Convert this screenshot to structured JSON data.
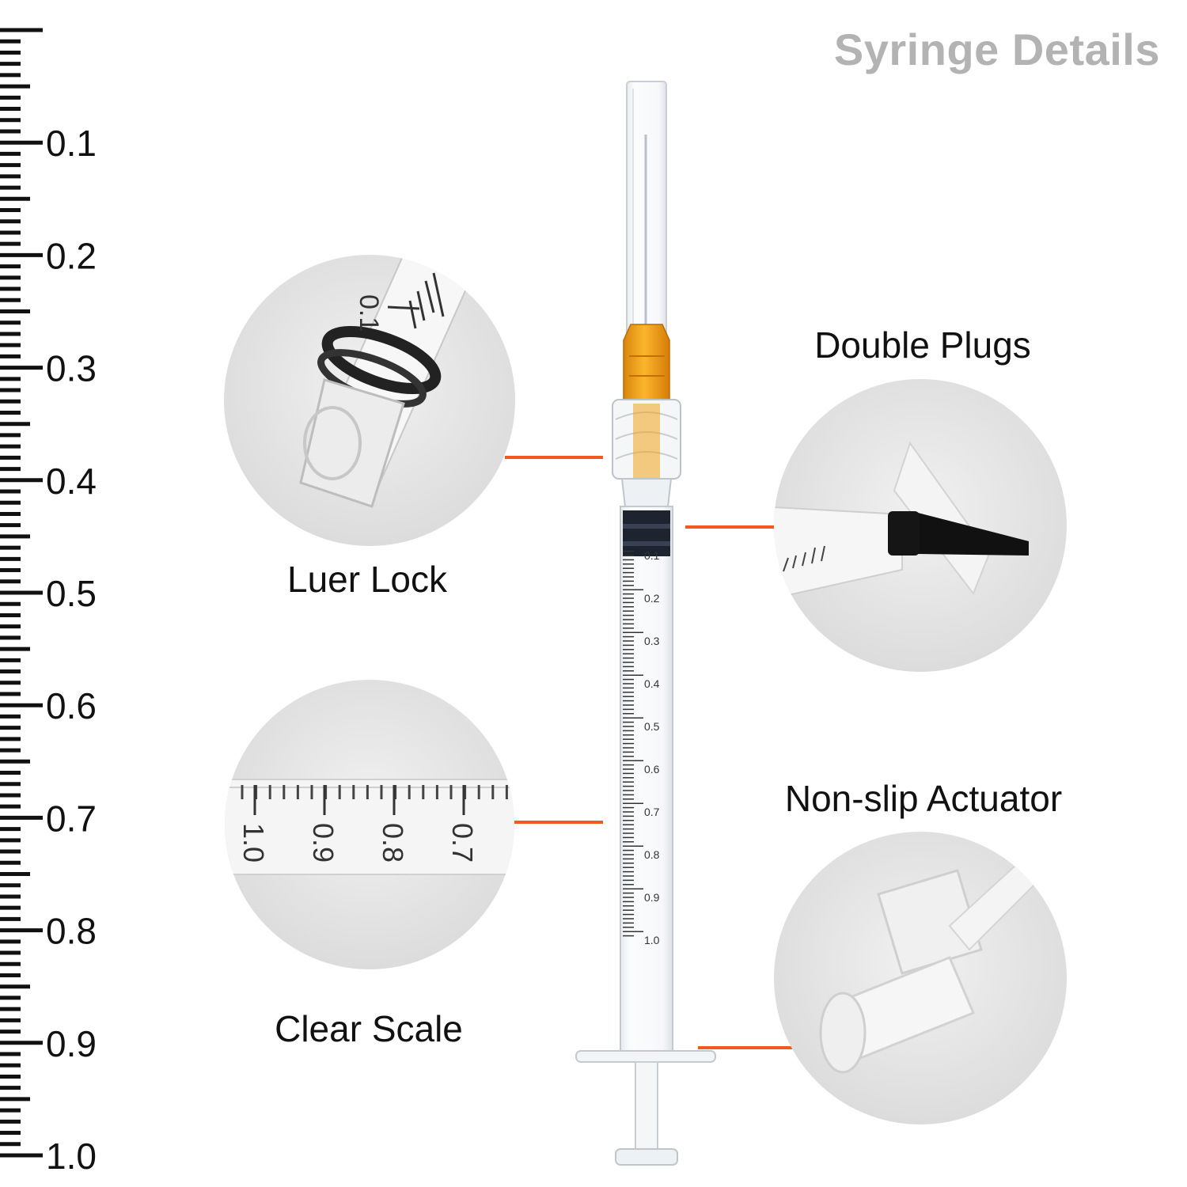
{
  "title": "Syringe Details",
  "ruler": {
    "labels": [
      "0.1",
      "0.2",
      "0.3",
      "0.4",
      "0.5",
      "0.6",
      "0.7",
      "0.8",
      "0.9",
      "1.0"
    ]
  },
  "syringe_scale": {
    "labels": [
      "0.1",
      "0.2",
      "0.3",
      "0.4",
      "0.5",
      "0.6",
      "0.7",
      "0.8",
      "0.9",
      "1.0"
    ]
  },
  "features": {
    "luer_lock": "Luer Lock",
    "double_plugs": "Double Plugs",
    "clear_scale": "Clear Scale",
    "non_slip": "Non-slip Actuator"
  },
  "zoom_scale_labels": [
    "1.0",
    "0.9",
    "0.8",
    "0.7"
  ],
  "luer_zoom_label": "0.1",
  "colors": {
    "accent": "#f05a1e",
    "needle_hub": "#f2a116",
    "title": "#b3b3b3"
  }
}
